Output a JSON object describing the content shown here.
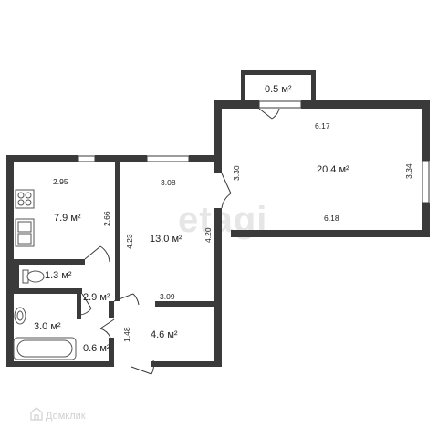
{
  "rooms": [
    {
      "area": "0.5 м²"
    },
    {
      "area": "20.4 м²"
    },
    {
      "area": "7.9 м²"
    },
    {
      "area": "13.0 м²"
    },
    {
      "area": "1.3 м²"
    },
    {
      "area": "2.9 м²"
    },
    {
      "area": "3.0 м²"
    },
    {
      "area": "4.6 м²"
    },
    {
      "area": "0.6 м²"
    }
  ],
  "dimensions": [
    {
      "value": "6.17"
    },
    {
      "value": "3.30"
    },
    {
      "value": "3.34"
    },
    {
      "value": "6.18"
    },
    {
      "value": "2.95"
    },
    {
      "value": "2.66"
    },
    {
      "value": "3.08"
    },
    {
      "value": "4.23"
    },
    {
      "value": "4.20"
    },
    {
      "value": "3.09"
    },
    {
      "value": "1.48"
    }
  ],
  "watermark": {
    "text": "etagi"
  },
  "brand": {
    "name": "Домклик"
  },
  "colors": {
    "wall": "#3a3a3a",
    "background": "#ffffff",
    "fixture": "#555555"
  }
}
